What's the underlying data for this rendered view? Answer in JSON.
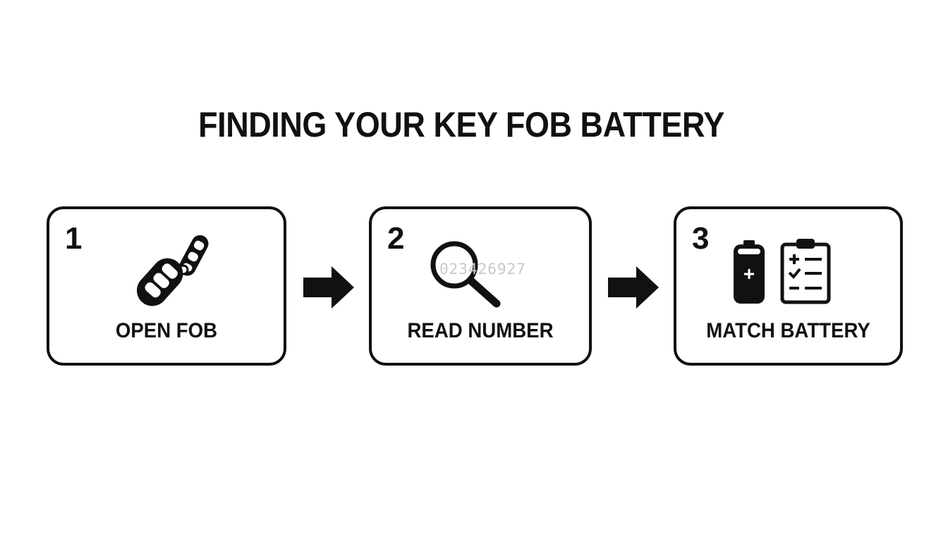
{
  "title": "FINDING YOUR KEY FOB BATTERY",
  "steps": [
    {
      "number": "1",
      "label": "OPEN FOB",
      "icon": "key-fob-icon"
    },
    {
      "number": "2",
      "label": "READ NUMBER",
      "icon": "magnifying-glass-icon",
      "serial_text": "023426927"
    },
    {
      "number": "3",
      "label": "MATCH BATTERY",
      "icon": "battery-icon",
      "icon_secondary": "clipboard-checklist-icon",
      "battery_symbol": "+"
    }
  ],
  "connectors": [
    "arrow-right-icon",
    "arrow-right-icon"
  ],
  "colors": {
    "ink": "#111111",
    "background": "#ffffff",
    "serial_text": "#c8c8c8"
  }
}
